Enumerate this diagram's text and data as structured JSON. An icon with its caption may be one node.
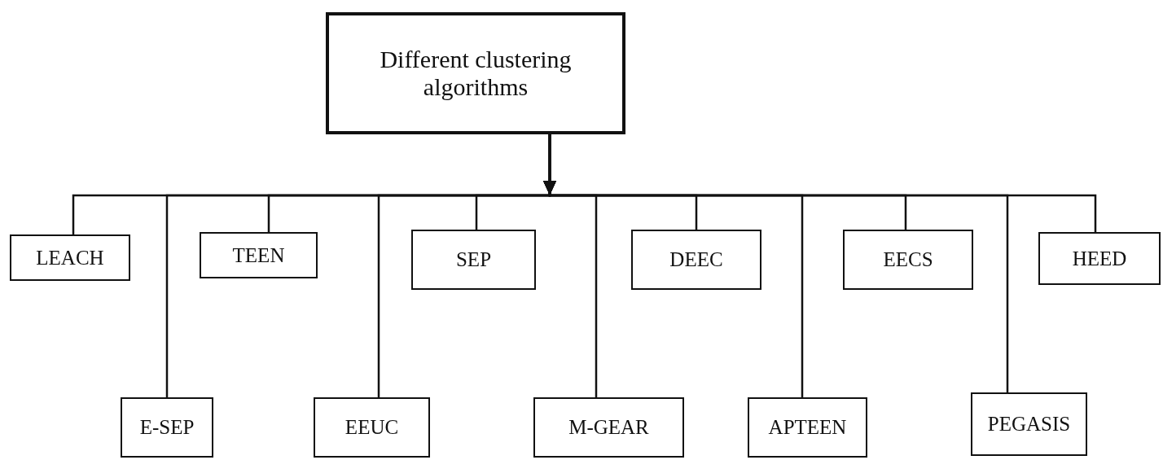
{
  "diagram": {
    "nodes": [
      {
        "text": [
          "Different clustering algorithms"
        ]
      },
      {
        "text": [
          "LEACH"
        ]
      },
      {
        "text": [
          "E-SEP"
        ]
      },
      {
        "text": [
          "TEEN"
        ]
      },
      {
        "text": [
          "EEUC"
        ]
      },
      {
        "text": [
          "SEP"
        ]
      },
      {
        "text": [
          "M-GEAR"
        ]
      },
      {
        "text": [
          "DEEC"
        ]
      },
      {
        "text": [
          "APTEEN"
        ]
      },
      {
        "text": [
          "EECS"
        ]
      },
      {
        "text": [
          "PEGASIS"
        ]
      },
      {
        "text": [
          "HEED"
        ]
      }
    ],
    "edges": [
      {
        "from": 0,
        "to": 1,
        "arrow": "to"
      },
      {
        "from": 0,
        "to": 2,
        "arrow": "to"
      },
      {
        "from": 0,
        "to": 3,
        "arrow": "to"
      },
      {
        "from": 0,
        "to": 4,
        "arrow": "to"
      },
      {
        "from": 0,
        "to": 5,
        "arrow": "to"
      },
      {
        "from": 0,
        "to": 6,
        "arrow": "to"
      },
      {
        "from": 0,
        "to": 7,
        "arrow": "to"
      },
      {
        "from": 0,
        "to": 8,
        "arrow": "to"
      },
      {
        "from": 0,
        "to": 9,
        "arrow": "to"
      },
      {
        "from": 0,
        "to": 10,
        "arrow": "to"
      },
      {
        "from": 0,
        "to": 11,
        "arrow": "to"
      }
    ]
  }
}
